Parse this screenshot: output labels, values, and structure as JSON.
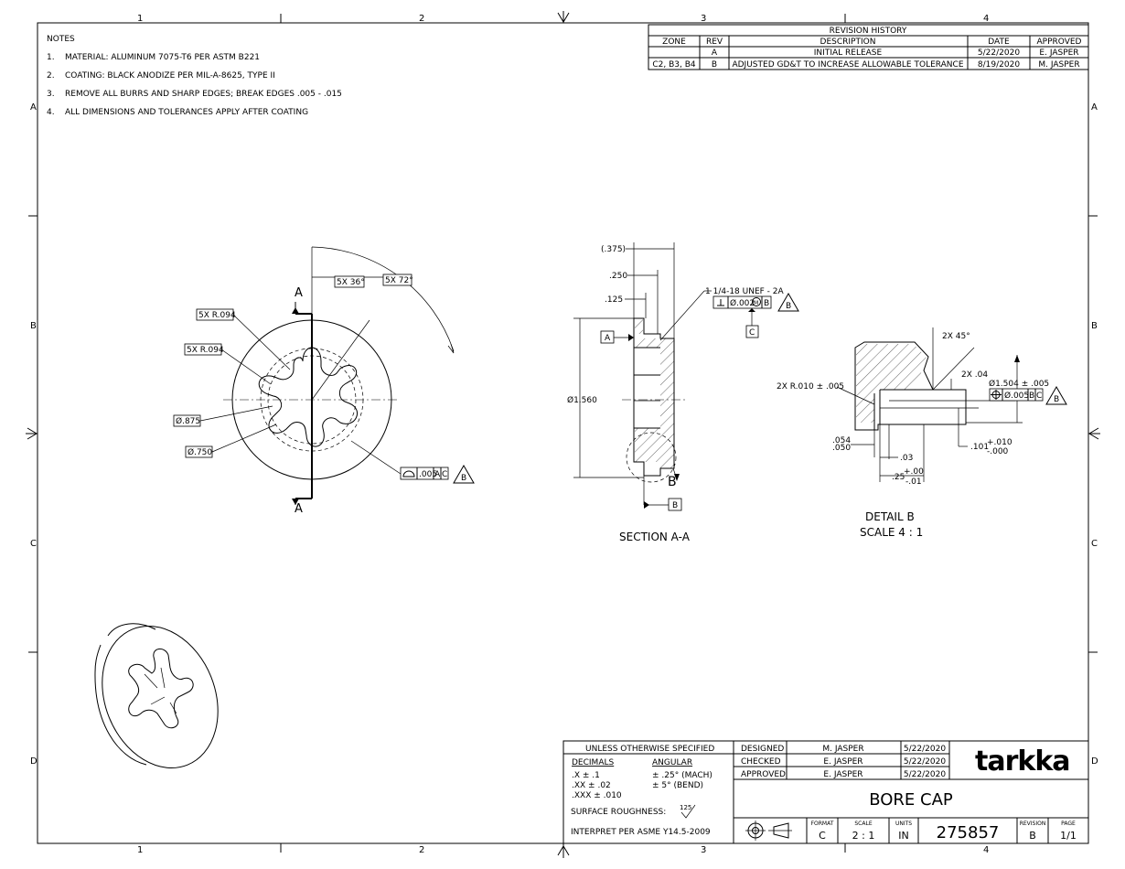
{
  "notes": {
    "title": "NOTES",
    "items": [
      {
        "num": "1.",
        "text": "MATERIAL: ALUMINUM 7075-T6 PER ASTM B221"
      },
      {
        "num": "2.",
        "text": "COATING: BLACK ANODIZE PER MIL-A-8625, TYPE II"
      },
      {
        "num": "3.",
        "text": "REMOVE ALL BURRS AND SHARP EDGES; BREAK EDGES .005 - .015"
      },
      {
        "num": "4.",
        "text": "ALL DIMENSIONS AND TOLERANCES APPLY AFTER COATING"
      }
    ]
  },
  "revision_history": {
    "title": "REVISION HISTORY",
    "headers": [
      "ZONE",
      "REV",
      "DESCRIPTION",
      "DATE",
      "APPROVED"
    ],
    "rows": [
      [
        "",
        "A",
        "INITIAL RELEASE",
        "5/22/2020",
        "E. JASPER"
      ],
      [
        "C2, B3, B4",
        "B",
        "ADJUSTED GD&T TO INCREASE ALLOWABLE TOLERANCE",
        "8/19/2020",
        "M. JASPER"
      ]
    ]
  },
  "zones": {
    "columns": [
      "1",
      "2",
      "3",
      "4"
    ],
    "rows": [
      "A",
      "B",
      "C",
      "D"
    ]
  },
  "front_view": {
    "callouts": {
      "angle_36": "5X 36°",
      "angle_72": "5X 72°",
      "radius_a": "5X R.094",
      "radius_b": "5X R.094",
      "dia_875": "Ø.875",
      "dia_750": "Ø.750",
      "profile_tol": ".005",
      "profile_datum_a": "A",
      "profile_datum_c": "C",
      "profile_rev": "B"
    },
    "section_letter_top": "A",
    "section_letter_bottom": "A"
  },
  "section_view": {
    "title": "SECTION A-A",
    "dim_375": "(.375)",
    "dim_250": ".250",
    "dim_125": ".125",
    "dim_1560": "Ø1.560",
    "thread": "1 1/4-18 UNEF - 2A",
    "thread_tol": "Ø.002",
    "thread_mod": "M",
    "thread_datum": "B",
    "thread_rev": "B",
    "datum_a": "A",
    "datum_b": "B",
    "datum_c": "C",
    "detail_letter": "B"
  },
  "detail_view": {
    "title": "DETAIL  B",
    "scale": "SCALE 4 : 1",
    "chamfer": "2X 45°",
    "chamfer_len": "2X .04",
    "radius": "2X R.010 ± .005",
    "dia": "Ø1.504 ± .005",
    "pos_tol": "Ø.005",
    "pos_datum_b": "B",
    "pos_datum_c": "C",
    "pos_rev": "B",
    "dim_054": ".054",
    "dim_050": ".050",
    "dim_03": ".03",
    "dim_25": ".25",
    "dim_25_plus": "+.00",
    "dim_25_minus": "-.01",
    "dim_101": ".101",
    "dim_101_plus": "+.010",
    "dim_101_minus": "-.000"
  },
  "tolerance_block": {
    "header": "UNLESS OTHERWISE SPECIFIED",
    "decimals_title": "DECIMALS",
    "angular_title": "ANGULAR",
    "decimals": [
      ".X ± .1",
      ".XX ± .02",
      ".XXX ± .010"
    ],
    "angular": [
      "± .25° (MACH)",
      "± 5° (BEND)"
    ],
    "roughness_label": "SURFACE ROUGHNESS:",
    "roughness_value": "125",
    "interpret": "INTERPRET PER ASME Y14.5-2009"
  },
  "signoff": {
    "rows": [
      [
        "DESIGNED",
        "M. JASPER",
        "5/22/2020"
      ],
      [
        "CHECKED",
        "E. JASPER",
        "5/22/2020"
      ],
      [
        "APPROVED",
        "E. JASPER",
        "5/22/2020"
      ]
    ]
  },
  "title_block": {
    "logo": "tarkka",
    "part_name": "BORE CAP",
    "format_label": "FORMAT",
    "format": "C",
    "scale_label": "SCALE",
    "scale": "2 : 1",
    "units_label": "UNITS",
    "units": "IN",
    "part_number": "275857",
    "revision_label": "REVISION",
    "revision": "B",
    "page_label": "PAGE",
    "page": "1/1"
  }
}
